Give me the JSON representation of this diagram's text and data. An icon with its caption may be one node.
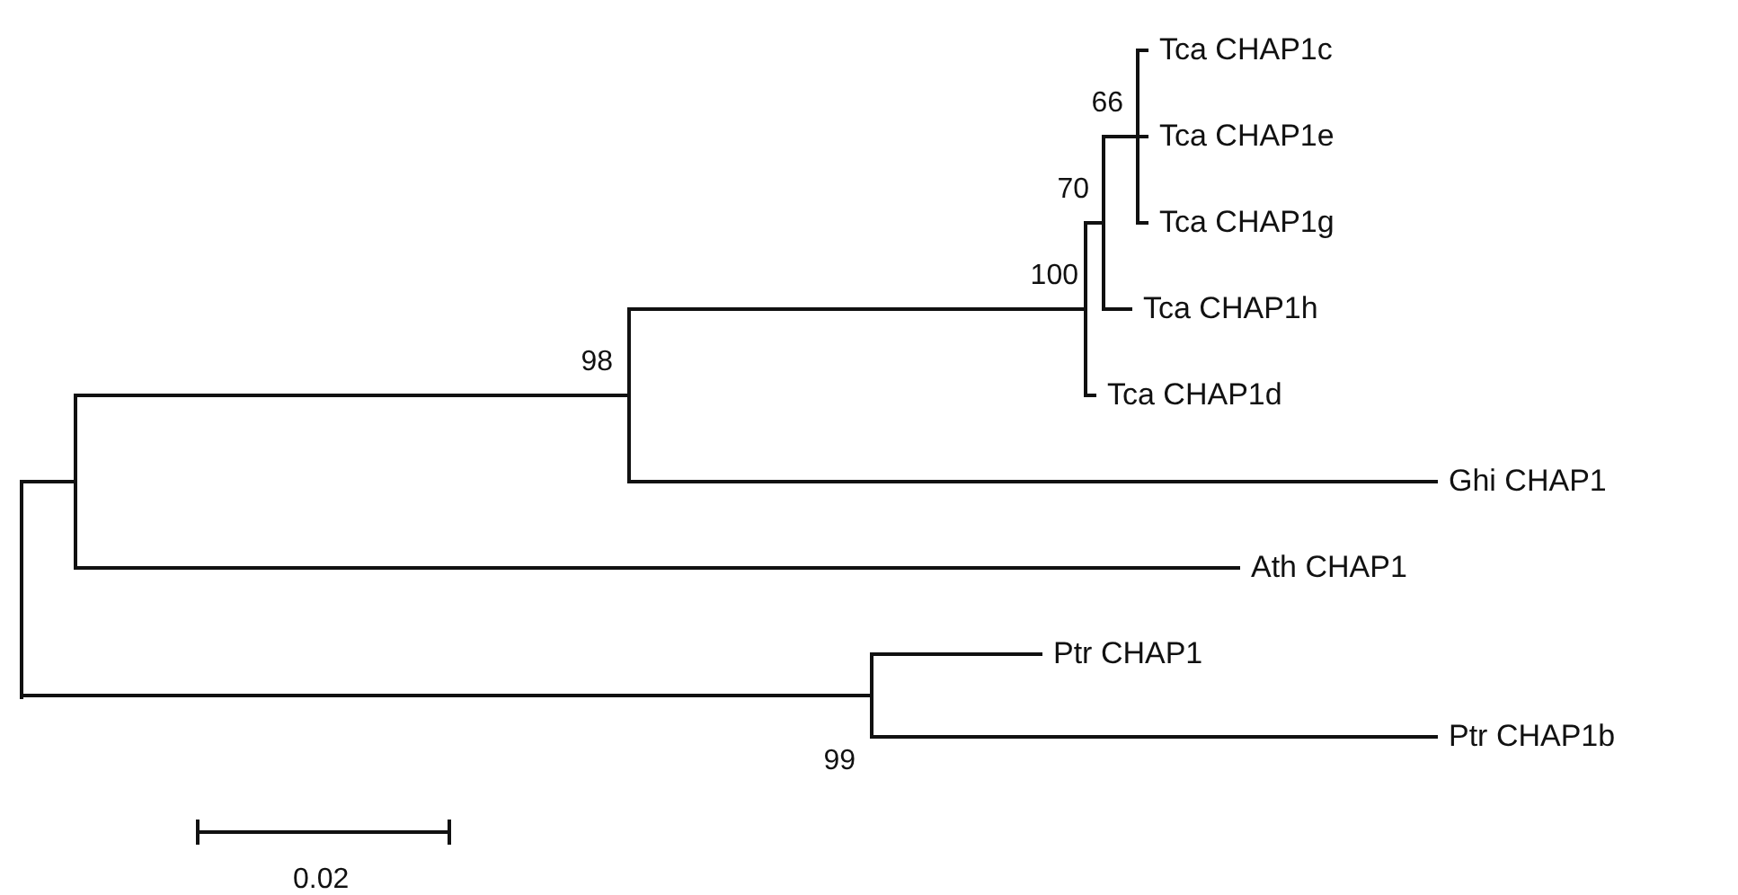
{
  "diagram": {
    "nodes": [
      {
        "text": [
          "Tca CHAP1c"
        ]
      },
      {
        "text": [
          "Tca CHAP1e"
        ]
      },
      {
        "text": [
          "Tca CHAP1g"
        ]
      },
      {
        "text": [
          "Tca CHAP1h"
        ]
      },
      {
        "text": [
          "Tca CHAP1d"
        ]
      },
      {
        "text": [
          "Ghi CHAP1"
        ]
      },
      {
        "text": [
          "Ath CHAP1"
        ]
      },
      {
        "text": [
          "Ptr CHAP1"
        ]
      },
      {
        "text": [
          "Ptr CHAP1b"
        ]
      },
      {
        "text": [],
        "shape": "line"
      },
      {
        "text": [],
        "shape": "line"
      },
      {
        "text": [],
        "shape": "line",
        "beside": [
          "98"
        ]
      },
      {
        "text": [],
        "shape": "line",
        "beside": [
          "99"
        ]
      },
      {
        "text": [],
        "shape": "line",
        "beside": [
          "100"
        ]
      },
      {
        "text": [],
        "shape": "line",
        "beside": [
          "70"
        ]
      },
      {
        "text": [],
        "shape": "line",
        "beside": [
          "66"
        ]
      }
    ],
    "edges": [
      {
        "from": 9,
        "to": 10,
        "arrow": "none"
      },
      {
        "from": 9,
        "to": 12,
        "arrow": "none"
      },
      {
        "from": 10,
        "to": 11,
        "arrow": "none"
      },
      {
        "from": 10,
        "to": 6,
        "arrow": "none"
      },
      {
        "from": 11,
        "to": 13,
        "arrow": "none"
      },
      {
        "from": 11,
        "to": 5,
        "arrow": "none"
      },
      {
        "from": 13,
        "to": 14,
        "arrow": "none"
      },
      {
        "from": 13,
        "to": 4,
        "arrow": "none"
      },
      {
        "from": 14,
        "to": 15,
        "arrow": "none"
      },
      {
        "from": 14,
        "to": 3,
        "arrow": "none"
      },
      {
        "from": 15,
        "to": 0,
        "arrow": "none"
      },
      {
        "from": 15,
        "to": 1,
        "arrow": "none"
      },
      {
        "from": 15,
        "to": 2,
        "arrow": "none"
      },
      {
        "from": 12,
        "to": 7,
        "arrow": "none"
      },
      {
        "from": 12,
        "to": 8,
        "arrow": "none"
      }
    ],
    "labels": [
      "0.02"
    ]
  }
}
